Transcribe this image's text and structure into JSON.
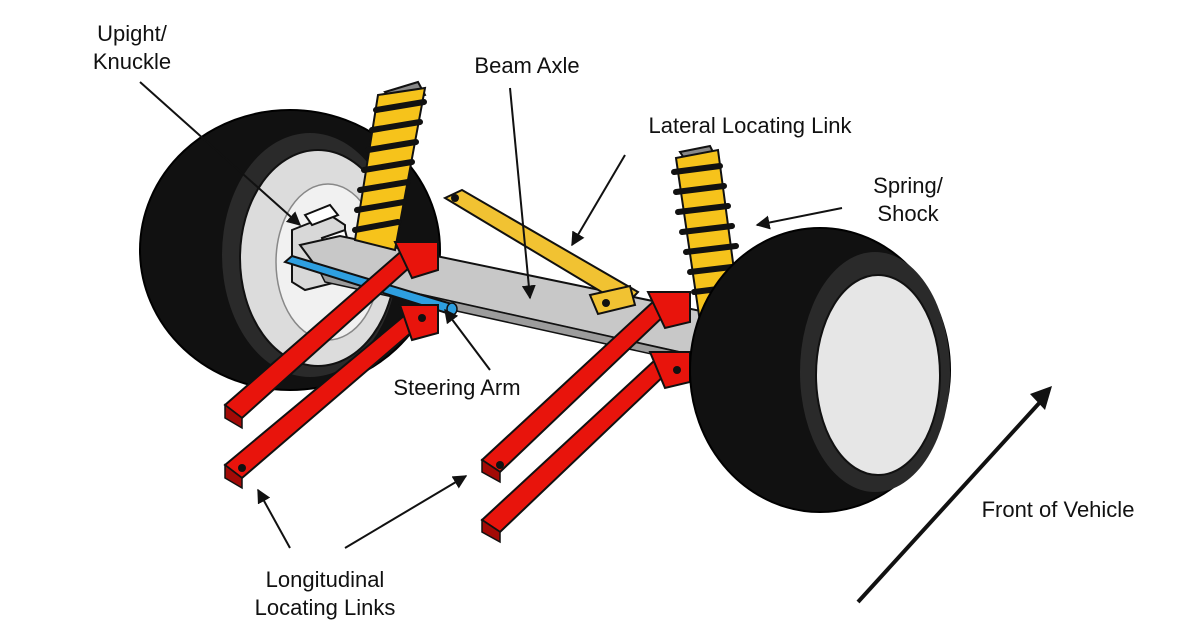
{
  "labels": {
    "upright": "Upight/\nKnuckle",
    "beam_axle": "Beam Axle",
    "lateral_link": "Lateral Locating Link",
    "spring_shock": "Spring/\nShock",
    "steering_arm": "Steering Arm",
    "longitudinal_links": "Longitudinal\nLocating Links",
    "front_of_vehicle": "Front of Vehicle"
  },
  "colors": {
    "tire": "#111111",
    "tire_shade": "#2b2b2b",
    "wheel": "#e6e6e6",
    "wheel_shade": "#bdbdbd",
    "axle": "#c8c8c8",
    "axle_shade": "#9c9c9c",
    "links": "#e8140c",
    "links_shade": "#a30a06",
    "spring": "#f6c31b",
    "spring_shade": "#c8960a",
    "lateral_link": "#f1c232",
    "steering_arm": "#2e9fe0",
    "outline": "#111111"
  }
}
